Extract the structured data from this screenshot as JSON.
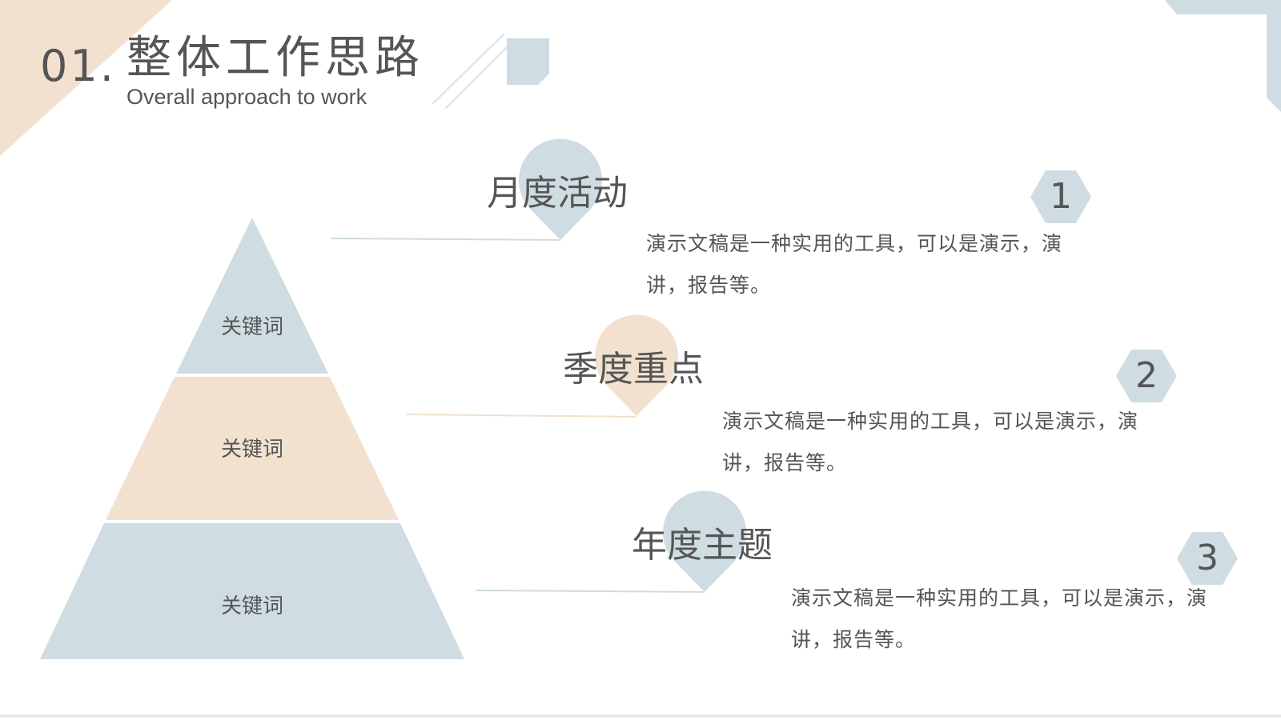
{
  "header": {
    "number": "01.",
    "title_cn": "整体工作思路",
    "title_en": "Overall approach to work"
  },
  "pyramid": {
    "tiers": [
      {
        "label": "关键词"
      },
      {
        "label": "关键词"
      },
      {
        "label": "关键词"
      }
    ]
  },
  "items": [
    {
      "title": "月度活动",
      "number": "1",
      "desc": "演示文稿是一种实用的工具，可以是演示，演讲，报告等。"
    },
    {
      "title": "季度重点",
      "number": "2",
      "desc": "演示文稿是一种实用的工具，可以是演示，演讲，报告等。"
    },
    {
      "title": "年度主题",
      "number": "3",
      "desc": "演示文稿是一种实用的工具，可以是演示，演讲，报告等。"
    }
  ],
  "colors": {
    "blue": "#cfdde3",
    "beige": "#f2e1cf",
    "text": "#555555",
    "line": "#cfdde3"
  }
}
